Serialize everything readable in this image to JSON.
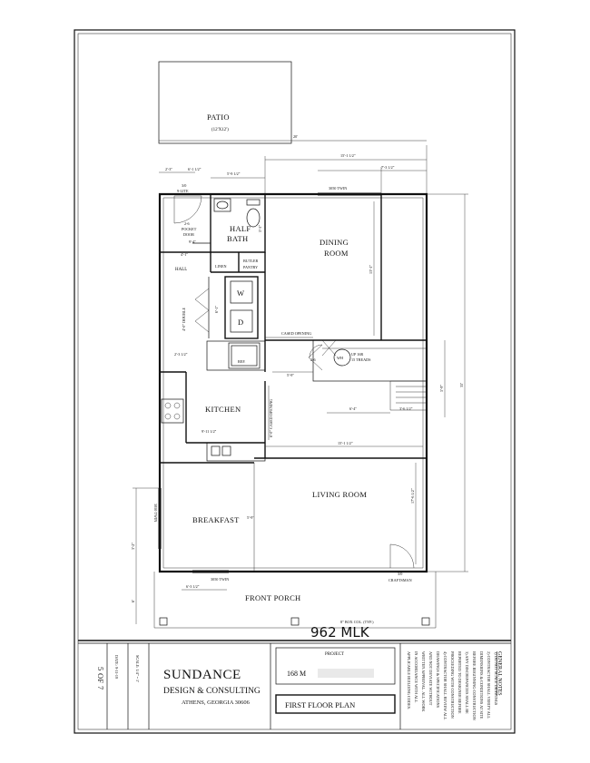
{
  "rooms": {
    "patio": "PATIO",
    "patio_size": "(12'X12')",
    "half_bath": "HALF",
    "half_bath_2": "BATH",
    "dining": "DINING",
    "dining_2": "ROOM",
    "hall": "HALL",
    "linen": "LINEN",
    "butler": "BUTLER",
    "butler_2": "PANTRY",
    "kitchen": "KITCHEN",
    "living": "LIVING ROOM",
    "breakfast": "BREAKFAST",
    "front_porch": "FRONT PORCH"
  },
  "fixtures": {
    "washer": "W",
    "dryer": "D",
    "ref": "REF.",
    "wh": "WH",
    "cased_opening": "CASED OPENING",
    "cased_opening_v": "6'-0\" CASED OPENING",
    "double": "4'-0\" DOUBLE",
    "pocket_door": "2-6",
    "pocket_door_2": "POCKET",
    "pocket_door_3": "DOOR",
    "lite_door": "3/0",
    "lite_door_2": "9-LITE",
    "craftsman_door": "3/0",
    "craftsman_door_2": "CRAFTSMAN",
    "closet_door": "2-6",
    "stairs": "UP 16R",
    "stairs_2": "15 TREADS",
    "window_top": "3050  TWIN",
    "window_bottom": "3050  TWIN",
    "window_side": "3050 TWIN",
    "box_col": "8\" BOX COL. (TYP.)"
  },
  "dimensions": {
    "d_patio": "20'",
    "d_top_overall": "15'-1 1/2\"",
    "d_dining_w": "7'-3 1/2\"",
    "d_bath_w": "5'-9 1/2\"",
    "d_left_top": "2'-3\"",
    "d_left_top_2": "6'-1 1/2\"",
    "d_bath_h": "5'-3\"",
    "d_dining_h": "13'-1\"",
    "d_hall": "9'-4\"",
    "d_hall_2": "4'-1\"",
    "d_wd": "6'-1\"",
    "d_kit_1": "2'-3 1/2\"",
    "d_kit_2": "5'-9\"",
    "d_kit_3": "9'-11 1/2\"",
    "d_stair_1": "6'-4\"",
    "d_stair_2": "3'-6 1/2\"",
    "d_living_w": "15'-1 1/2\"",
    "d_living_h": "17'-6 1/2\"",
    "d_right_1": "5'-9\"",
    "d_right_overall": "35'",
    "d_left_side": "3'-2\"",
    "d_porch": "6'-3 1/2\"",
    "d_porch_h": "6'"
  },
  "handwriting": "962 MLK",
  "title_block": {
    "company": "SUNDANCE",
    "tagline": "DESIGN & CONSULTING",
    "address": "ATHENS, GEORGIA 30606",
    "project_label": "PROJECT",
    "project_value": "168 M",
    "sheet_title": "FIRST FLOOR PLAN",
    "sheet_num": "5 OF 7",
    "date": "DATE: 9-11-19",
    "scale": "SCALE: 1/4\" = 1'"
  },
  "general_notes": {
    "heading": "GENERAL NOTES",
    "lines": [
      "1) DO NOT SCALE DRAWINGS",
      "2) CONTRACTOR SHALL VERIFY ALL",
      "DIMENSIONS & CONDITIONS AT SITE",
      "BEFORE BEGINNING CONSTRUCTION",
      "3) ANY DISCREPANCIES SHALL BE",
      "REPORTED TO DESIGNER BEFORE",
      "PROCEEDING WITH CONSTRUCTION",
      "4) CONTRACTOR SHALL REVIEW ALL",
      "DRAWINGS & SPECIFICATIONS",
      "AND NOT DEVIATE WITHOUT",
      "WRITTEN APPROVAL. ALL WORK",
      "IN ACCORDANCE WITH ALL",
      "APPLICABLE BUILDING CODES."
    ]
  }
}
